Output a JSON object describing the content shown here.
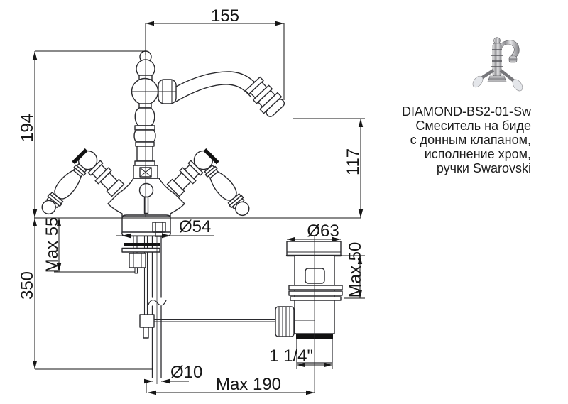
{
  "colors": {
    "background": "#ffffff",
    "line": "#2a2a2e",
    "dimension_text": "#161616",
    "caption_text": "#1c1c1c"
  },
  "dimensions": {
    "top_width": "155",
    "height_upper": "194",
    "height_lower": "350",
    "deck_thickness_max": "Max 55",
    "spout_height": "117",
    "base_diameter": "Ø54",
    "drain_flange_diameter": "Ø63",
    "drain_clamp_max": "Max 50",
    "drain_thread": "1 1/4\"",
    "rod_diameter": "Ø10",
    "center_distance_max": "Max 190"
  },
  "product": {
    "code": "DIAMOND-BS2-01-Sw",
    "description_lines": [
      "Смеситель на биде",
      "с донным клапаном,",
      "исполнение хром,",
      "ручки Swarovski"
    ],
    "photo_alt": "chrome-bidet-faucet-photo"
  }
}
